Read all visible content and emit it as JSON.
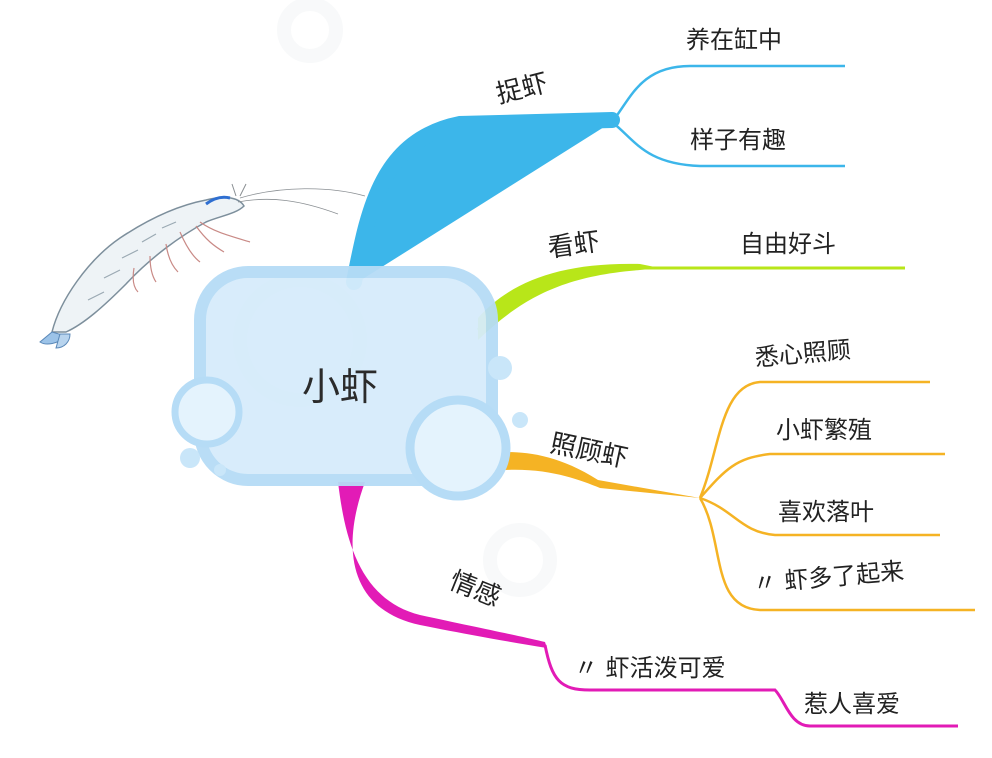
{
  "center": {
    "label": "小虾",
    "color": "#d6ecfb"
  },
  "branches": [
    {
      "label": "捉虾",
      "color": "#3cb6ea",
      "children": [
        "养在缸中",
        "样子有趣"
      ]
    },
    {
      "label": "看虾",
      "color": "#b8e619",
      "children": [
        "自由好斗"
      ]
    },
    {
      "label": "照顾虾",
      "color": "#f5b324",
      "children": [
        "悉心照顾",
        "小虾繁殖",
        "喜欢落叶",
        "〃 虾多了起来"
      ]
    },
    {
      "label": "情感",
      "color": "#e21bb6",
      "children": [
        "〃 虾活泼可爱",
        "惹人喜爱"
      ]
    }
  ],
  "illustration": {
    "icon": "shrimp-icon"
  }
}
